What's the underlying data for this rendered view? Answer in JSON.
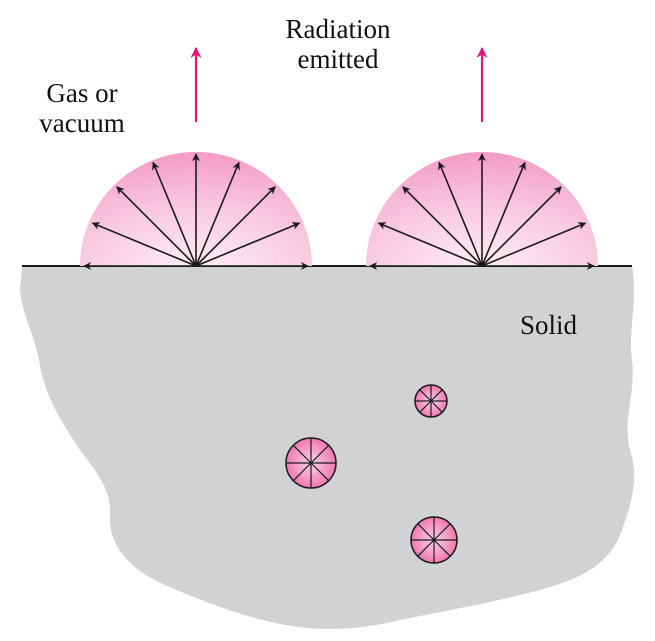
{
  "labels": {
    "gas_line1": "Gas or",
    "gas_line2": "vacuum",
    "radiation_line1": "Radiation",
    "radiation_line2": "emitted",
    "solid": "Solid"
  },
  "colors": {
    "solid_fill": "#d1d2d4",
    "hemisphere_outer": "#f49ac4",
    "hemisphere_inner": "#fde8f2",
    "emission_arrow": "#e2167b",
    "ray": "#1a1a1a",
    "particle_fill": "#f07ab0"
  }
}
